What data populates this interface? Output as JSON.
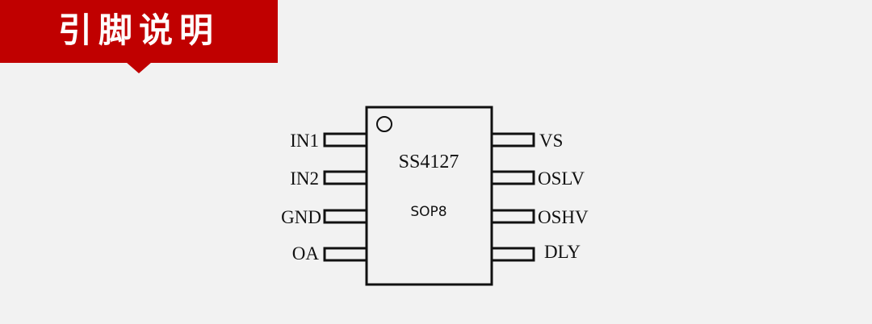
{
  "header": {
    "title": "引脚说明",
    "banner_color": "#c00000"
  },
  "chip": {
    "name": "SS4127",
    "package": "SOP8"
  },
  "pins": {
    "left": [
      "IN1",
      "IN2",
      "GND",
      "OA"
    ],
    "right": [
      "VS",
      "OSLV",
      "OSHV",
      "DLY"
    ]
  }
}
